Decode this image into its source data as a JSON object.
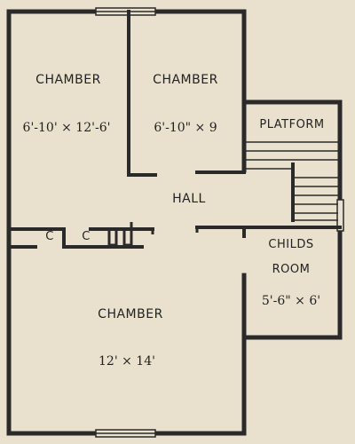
{
  "rooms": {
    "chamber_nw": {
      "name": "CHAMBER",
      "dimensions": "6'-10' × 12'-6'"
    },
    "chamber_ne": {
      "name": "CHAMBER",
      "dimensions": "6'-10\" × 9"
    },
    "platform": {
      "name": "PLATFORM"
    },
    "hall": {
      "name": "HALL"
    },
    "closet_left": {
      "name": "C"
    },
    "closet_right": {
      "name": "C"
    },
    "childs_room": {
      "name_line1": "CHILDS",
      "name_line2": "ROOM",
      "dimensions": "5'-6\" × 6'"
    },
    "chamber_main": {
      "name": "CHAMBER",
      "dimensions": "12' × 14'"
    }
  },
  "colors": {
    "wall": "#2a2a2a",
    "paper": "#e9e1cd",
    "text": "#222222"
  }
}
